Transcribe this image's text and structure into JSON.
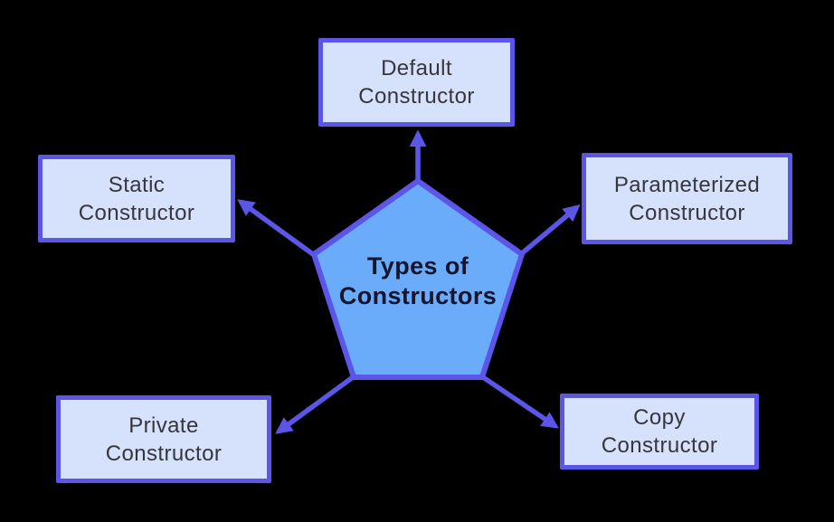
{
  "diagram": {
    "center": {
      "label": "Types of Constructors"
    },
    "nodes": [
      {
        "label": "Default Constructor",
        "position": "top"
      },
      {
        "label": "Static Constructor",
        "position": "upper-left"
      },
      {
        "label": "Parameterized Constructor",
        "position": "upper-right"
      },
      {
        "label": "Private Constructor",
        "position": "lower-left"
      },
      {
        "label": "Copy Constructor",
        "position": "lower-right"
      }
    ],
    "colors": {
      "background": "#000000",
      "node_fill": "#D6E1FB",
      "node_border": "#5B55E8",
      "pentagon_fill": "#6AABFA",
      "pentagon_border": "#5B55E8",
      "arrow": "#5B55E8",
      "node_text": "#36363E",
      "center_text": "#15152E"
    }
  }
}
